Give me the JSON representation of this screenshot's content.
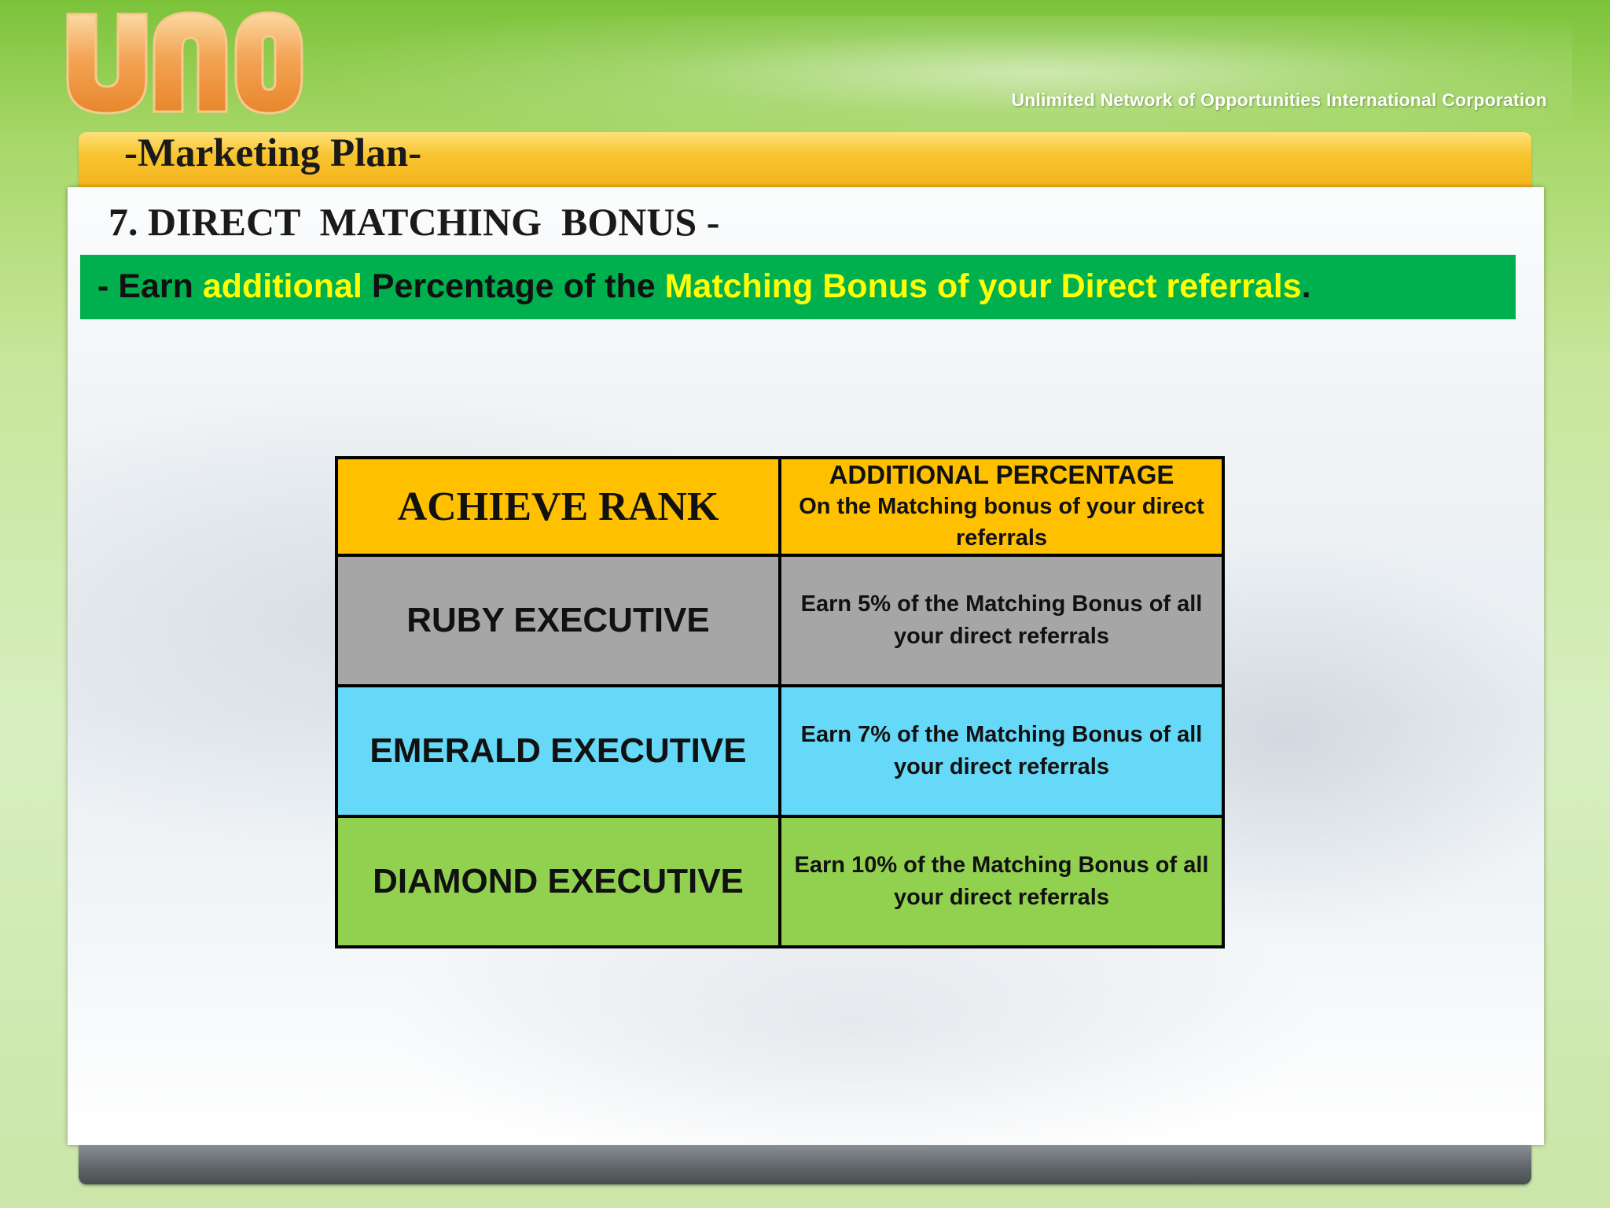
{
  "header": {
    "logo_text": "UNO",
    "tagline": "Unlimited Network of Opportunities International Corporation",
    "plan_title": "-Marketing Plan-"
  },
  "section": {
    "title": "7. DIRECT  MATCHING  BONUS -",
    "banner": {
      "part1": "- Earn ",
      "part2": "additional",
      "part3": " Percentage of the ",
      "part4": "Matching Bonus of your Direct referrals",
      "part5": "."
    }
  },
  "table": {
    "header": {
      "rank": "ACHIEVE RANK",
      "pct_line1": "ADDITIONAL PERCENTAGE",
      "pct_line2": "On the Matching bonus of your direct referrals"
    },
    "rows": [
      {
        "rank": "RUBY EXECUTIVE",
        "desc": "Earn 5% of the Matching Bonus of all your direct referrals"
      },
      {
        "rank": "EMERALD EXECUTIVE",
        "desc": "Earn 7% of the Matching Bonus of all your direct referrals"
      },
      {
        "rank": "DIAMOND EXECUTIVE",
        "desc": "Earn 10% of the Matching Bonus of all your direct referrals"
      }
    ]
  },
  "colors": {
    "header_row": "#ffc000",
    "ruby_row": "#a6a6a6",
    "emerald_row": "#66d9f8",
    "diamond_row": "#92d050",
    "banner": "#00b04f",
    "banner_highlight": "#ffff00"
  }
}
